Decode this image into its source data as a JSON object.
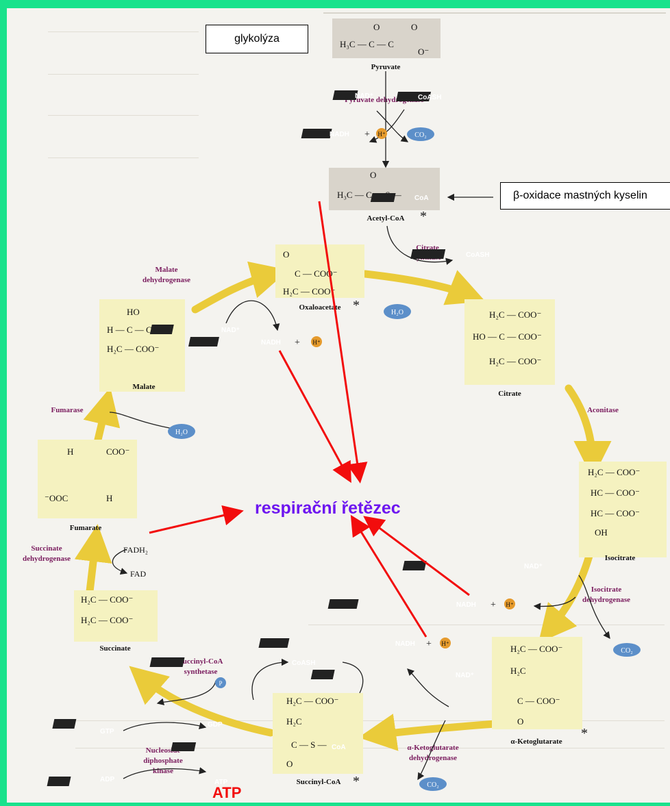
{
  "labels": {
    "glycolysis": "glykolýza",
    "beta_oxidation": "β-oxidace mastných kyselin",
    "respiratory_chain": "respirační řetězec",
    "atp": "ATP"
  },
  "compounds": {
    "pyruvate": "Pyruvate",
    "acetyl_coa": "Acetyl-CoA",
    "oxaloacetate": "Oxaloacetate",
    "citrate": "Citrate",
    "isocitrate": "Isocitrate",
    "alpha_ketoglutarate": "α-Ketoglutarate",
    "succinyl_coa": "Succinyl-CoA",
    "succinate": "Succinate",
    "fumarate": "Fumarate",
    "malate": "Malate"
  },
  "enzymes": {
    "pyruvate_dehydrogenase": "Pyruvate dehydrogenase",
    "citrate_synthase": [
      "Citrate",
      "synthase"
    ],
    "aconitase": "Aconitase",
    "isocitrate_dehydrogenase": [
      "Isocitrate",
      "dehydrogenase"
    ],
    "akg_dehydrogenase": [
      "α-Ketoglutarate",
      "dehydrogenase"
    ],
    "succinyl_coa_synthetase": [
      "Succinyl-CoA",
      "synthetase"
    ],
    "nucleoside_diphosphate_kinase": [
      "Nucleoside",
      "diphosphate",
      "kinase"
    ],
    "succinate_dehydrogenase": [
      "Succinate",
      "dehydrogenase"
    ],
    "fumarase": "Fumarase",
    "malate_dehydrogenase": [
      "Malate",
      "dehydrogenase"
    ]
  },
  "cofactors": {
    "nad": "NAD⁺",
    "nadh": "NADH",
    "h_plus": "H⁺",
    "coash": "CoASH",
    "co2": "CO₂",
    "h2o": "H₂O",
    "fadh2": "FADH₂",
    "fad": "FAD",
    "gtp": "GTP",
    "gdp": "GDP",
    "adp": "ADP",
    "atp_tag": "ATP",
    "p": "P",
    "plus": "+",
    "coa": "CoA"
  },
  "markers": {
    "star": "*"
  },
  "colors": {
    "frame": "#19e28c",
    "compound_box": "#f5f2c0",
    "cycle_arrow": "#eacb3a",
    "red_arrow": "#f20d0d",
    "enzyme_text": "#7a1c5e",
    "respiratory_text": "#6d15f0",
    "co2_blob": "#5c8fc9",
    "h_ball": "#e59a2c"
  }
}
